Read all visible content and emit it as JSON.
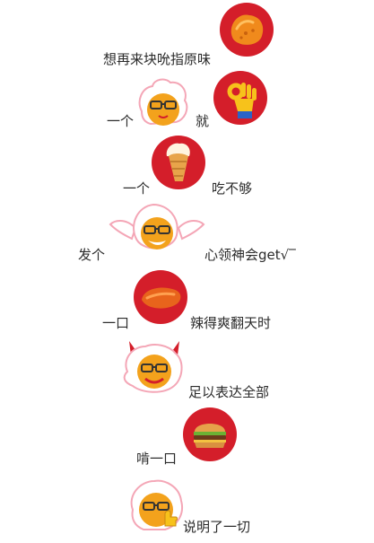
{
  "colors": {
    "brand_red": "#d41e2a",
    "face_orange": "#f3a21c",
    "hair_white": "#ffffff",
    "outline_pink": "#f4a6b6",
    "text": "#2b2b2b"
  },
  "rows": [
    {
      "icon": "chicken-nugget-icon",
      "texts": [
        "想再来块吮指原味"
      ]
    },
    {
      "icon": "ok-hand-icon",
      "texts": [
        "一个",
        "就"
      ]
    },
    {
      "icon": "ice-cream-cone-icon",
      "texts": [
        "一个",
        "吃不够"
      ]
    },
    {
      "icon": "angel-colonel-icon",
      "texts": [
        "发个",
        "心领神会get√‾"
      ]
    },
    {
      "icon": "chicken-wing-icon",
      "texts": [
        "一口",
        "辣得爽翻天时"
      ]
    },
    {
      "icon": "devil-colonel-icon",
      "texts": [
        "足以表达全部"
      ]
    },
    {
      "icon": "burger-icon",
      "texts": [
        "啃一口"
      ]
    },
    {
      "icon": "thumbs-up-colonel-icon",
      "texts": [
        "说明了一切"
      ]
    }
  ]
}
